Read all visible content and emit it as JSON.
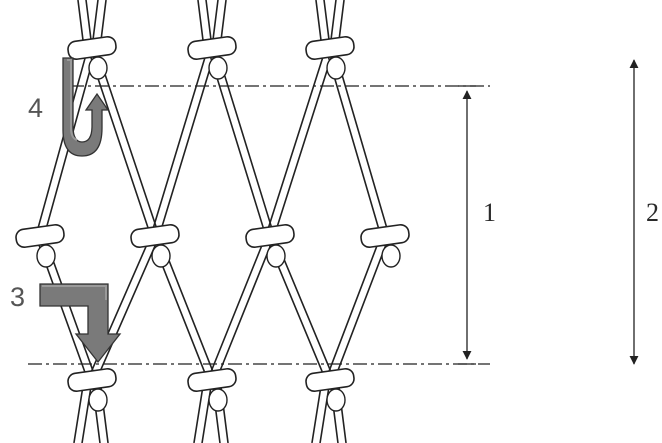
{
  "labels": {
    "callout_1": "1",
    "callout_2": "2",
    "callout_3": "3",
    "callout_4": "4"
  },
  "colors": {
    "background": "#ffffff",
    "strand_outline": "#222222",
    "strand_fill": "#ffffff",
    "dimension_line": "#222222",
    "arrow_fill": "#7a7a7a",
    "arrow_shade": "#5e5e5e"
  },
  "icons": {
    "hook_arrow": "curved-up-arrow-icon",
    "corner_arrow": "bent-down-arrow-icon"
  }
}
